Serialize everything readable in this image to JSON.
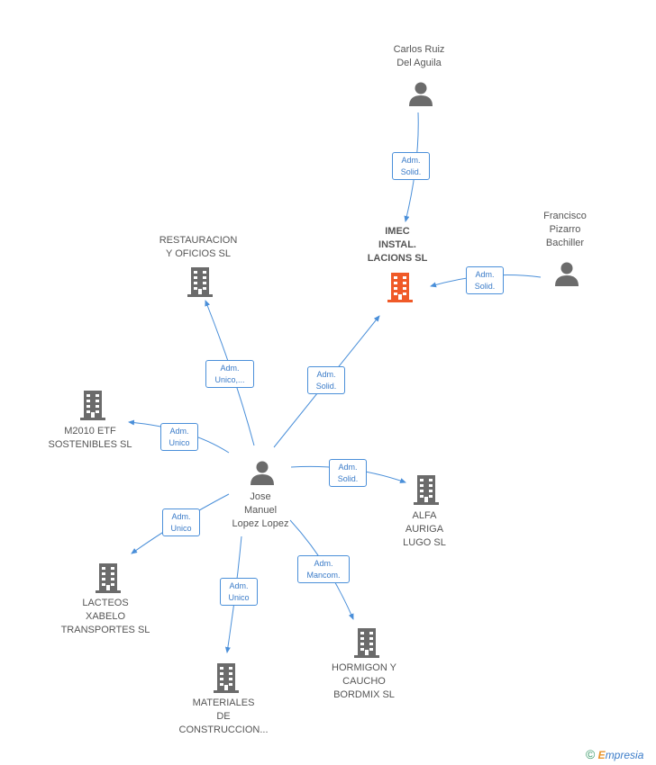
{
  "nodes": {
    "carlos": {
      "label": "Carlos Ruiz\nDel Aguila",
      "icon": "person-icon"
    },
    "imec": {
      "label": "IMEC\nINSTAL.\nLACIONS SL",
      "icon": "building-icon",
      "color": "#f05a28"
    },
    "francisco": {
      "label": "Francisco\nPizarro\nBachiller",
      "icon": "person-icon"
    },
    "restauracion": {
      "label": "RESTAURACION\nY OFICIOS SL",
      "icon": "building-icon"
    },
    "m2010": {
      "label": "M2010 ETF\nSOSTENIBLES SL",
      "icon": "building-icon"
    },
    "jose": {
      "label": "Jose\nManuel\nLopez Lopez",
      "icon": "person-icon"
    },
    "alfa": {
      "label": "ALFA\nAURIGA\nLUGO SL",
      "icon": "building-icon"
    },
    "lacteos": {
      "label": "LACTEOS\nXABELO\nTRANSPORTES SL",
      "icon": "building-icon"
    },
    "hormigon": {
      "label": "HORMIGON Y\nCAUCHO\nBORDMIX SL",
      "icon": "building-icon"
    },
    "materiales": {
      "label": "MATERIALES\nDE\nCONSTRUCCION...",
      "icon": "building-icon"
    }
  },
  "edges": {
    "carlos_imec": "Adm.\nSolid.",
    "francisco_imec": "Adm.\nSolid.",
    "jose_imec": "Adm.\nSolid.",
    "jose_restauracion": "Adm.\nUnico,...",
    "jose_m2010": "Adm.\nUnico",
    "jose_alfa": "Adm.\nSolid.",
    "jose_lacteos": "Adm.\nUnico",
    "jose_materiales": "Adm.\nUnico",
    "jose_hormigon": "Adm.\nMancom."
  },
  "colors": {
    "edge": "#4a8fd9",
    "icon": "#6b6b6b",
    "focus": "#f05a28"
  },
  "footer": {
    "copyright": "©",
    "brand_e": "E",
    "brand_rest": "mpresia"
  }
}
